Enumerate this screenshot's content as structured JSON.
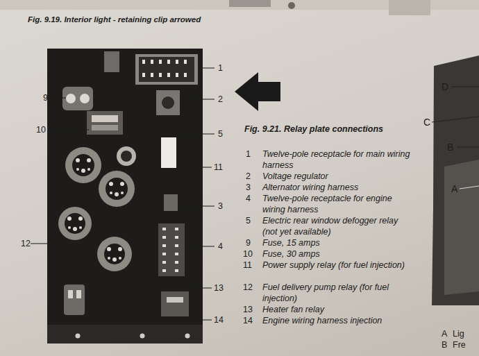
{
  "diagram": {
    "caption": "Fig. 9.21. Relay plate connections",
    "labels": [
      "Fig. 9.19. Interior light - retaining clip arrowed",
      "1",
      "2",
      "5",
      "11",
      "3",
      "4",
      "13",
      "14",
      "9",
      "10",
      "12",
      "1",
      "Twelve-pole receptacle for main wiring harness",
      "2",
      "Voltage regulator",
      "3",
      "Alternator wiring harness",
      "4",
      "Twelve-pole receptacle for engine wiring harness",
      "5",
      "Electric rear window defogger relay (not yet available)",
      "9",
      "Fuse, 15 amps",
      "10",
      "Fuse, 30 amps",
      "11",
      "Power supply relay (for fuel injection)",
      "12",
      "Fuel delivery pump relay (for fuel injection)",
      "13",
      "Heater fan relay",
      "14",
      "Engine wiring harness injection",
      "D",
      "C",
      "B",
      "A",
      "A",
      "Lig",
      "B",
      "Fre"
    ]
  }
}
